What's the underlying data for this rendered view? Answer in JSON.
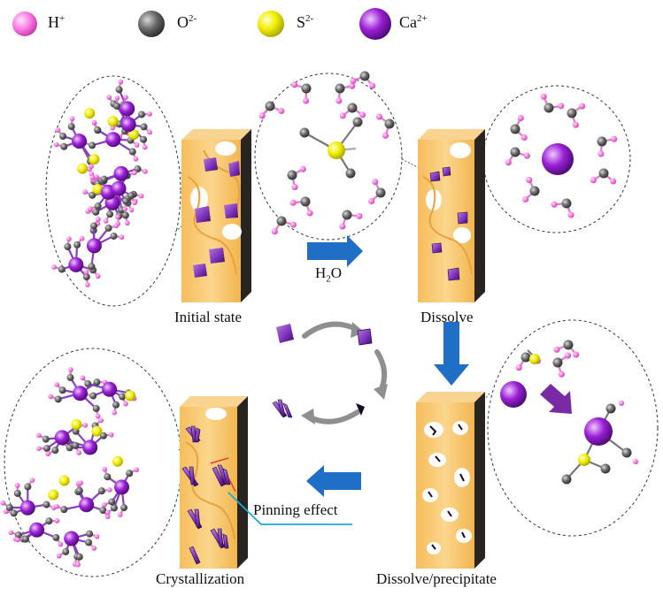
{
  "legend": [
    {
      "symbol": "H",
      "charge": "+",
      "color": "#ff80e6"
    },
    {
      "symbol": "O",
      "charge": "2-",
      "color": "#6b6b6b"
    },
    {
      "symbol": "S",
      "charge": "2-",
      "color": "#f2ee00"
    },
    {
      "symbol": "Ca",
      "charge": "2+",
      "color": "#9b1fd6"
    }
  ],
  "labels": {
    "initial_state": "Initial state",
    "dissolve": "Dissolve",
    "dissolve_precipitate": "Dissolve/precipitate",
    "crystallization": "Crystallization",
    "pinning_effect": "Pinning effect",
    "water_main": "H",
    "water_sub": "2",
    "water_tail": "O"
  },
  "colors": {
    "hydrogen": "#ff80e6",
    "oxygen": "#6b6b6b",
    "sulfur": "#f2ee00",
    "calcium": "#9b1fd6",
    "arrow_blue": "#1f6fc7",
    "arrow_purple": "#7b2aa6",
    "cycle_arrow": "#8f8f8f",
    "pore_block": "#f7c873",
    "pinning_line": "#1aa9d6"
  }
}
